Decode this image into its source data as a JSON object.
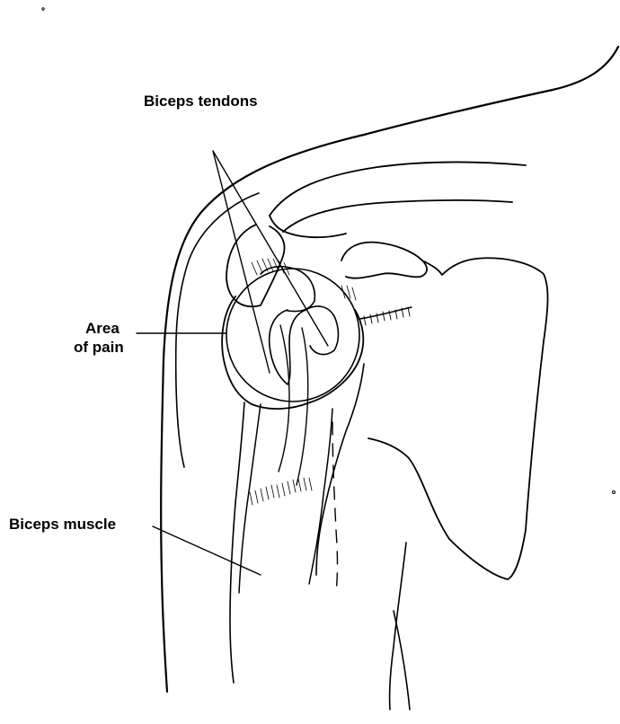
{
  "labels": {
    "biceps_tendons": "Biceps tendons",
    "area_of_pain_line1": "Area",
    "area_of_pain_line2": "of pain",
    "biceps_muscle": "Biceps muscle"
  },
  "colors": {
    "ink": "#000000",
    "background": "#ffffff"
  }
}
